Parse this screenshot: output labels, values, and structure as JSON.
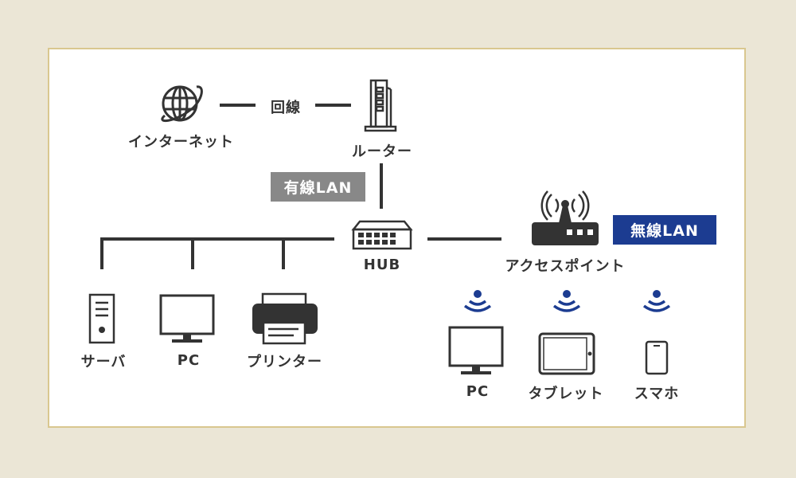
{
  "nodes": {
    "internet": "インターネット",
    "line_label": "回線",
    "router": "ルーター",
    "hub": "HUB",
    "access_point": "アクセスポイント",
    "server": "サーバ",
    "wired_pc": "PC",
    "printer": "プリンター",
    "wireless_pc": "PC",
    "tablet": "タブレット",
    "smartphone": "スマホ"
  },
  "badges": {
    "wired": "有線LAN",
    "wireless": "無線LAN"
  },
  "colors": {
    "background": "#ebe6d6",
    "panel_border": "#d9c78f",
    "wired_badge": "#888888",
    "wireless_badge": "#1c3c91",
    "wifi_signal": "#1c3c91",
    "ink": "#333333"
  }
}
